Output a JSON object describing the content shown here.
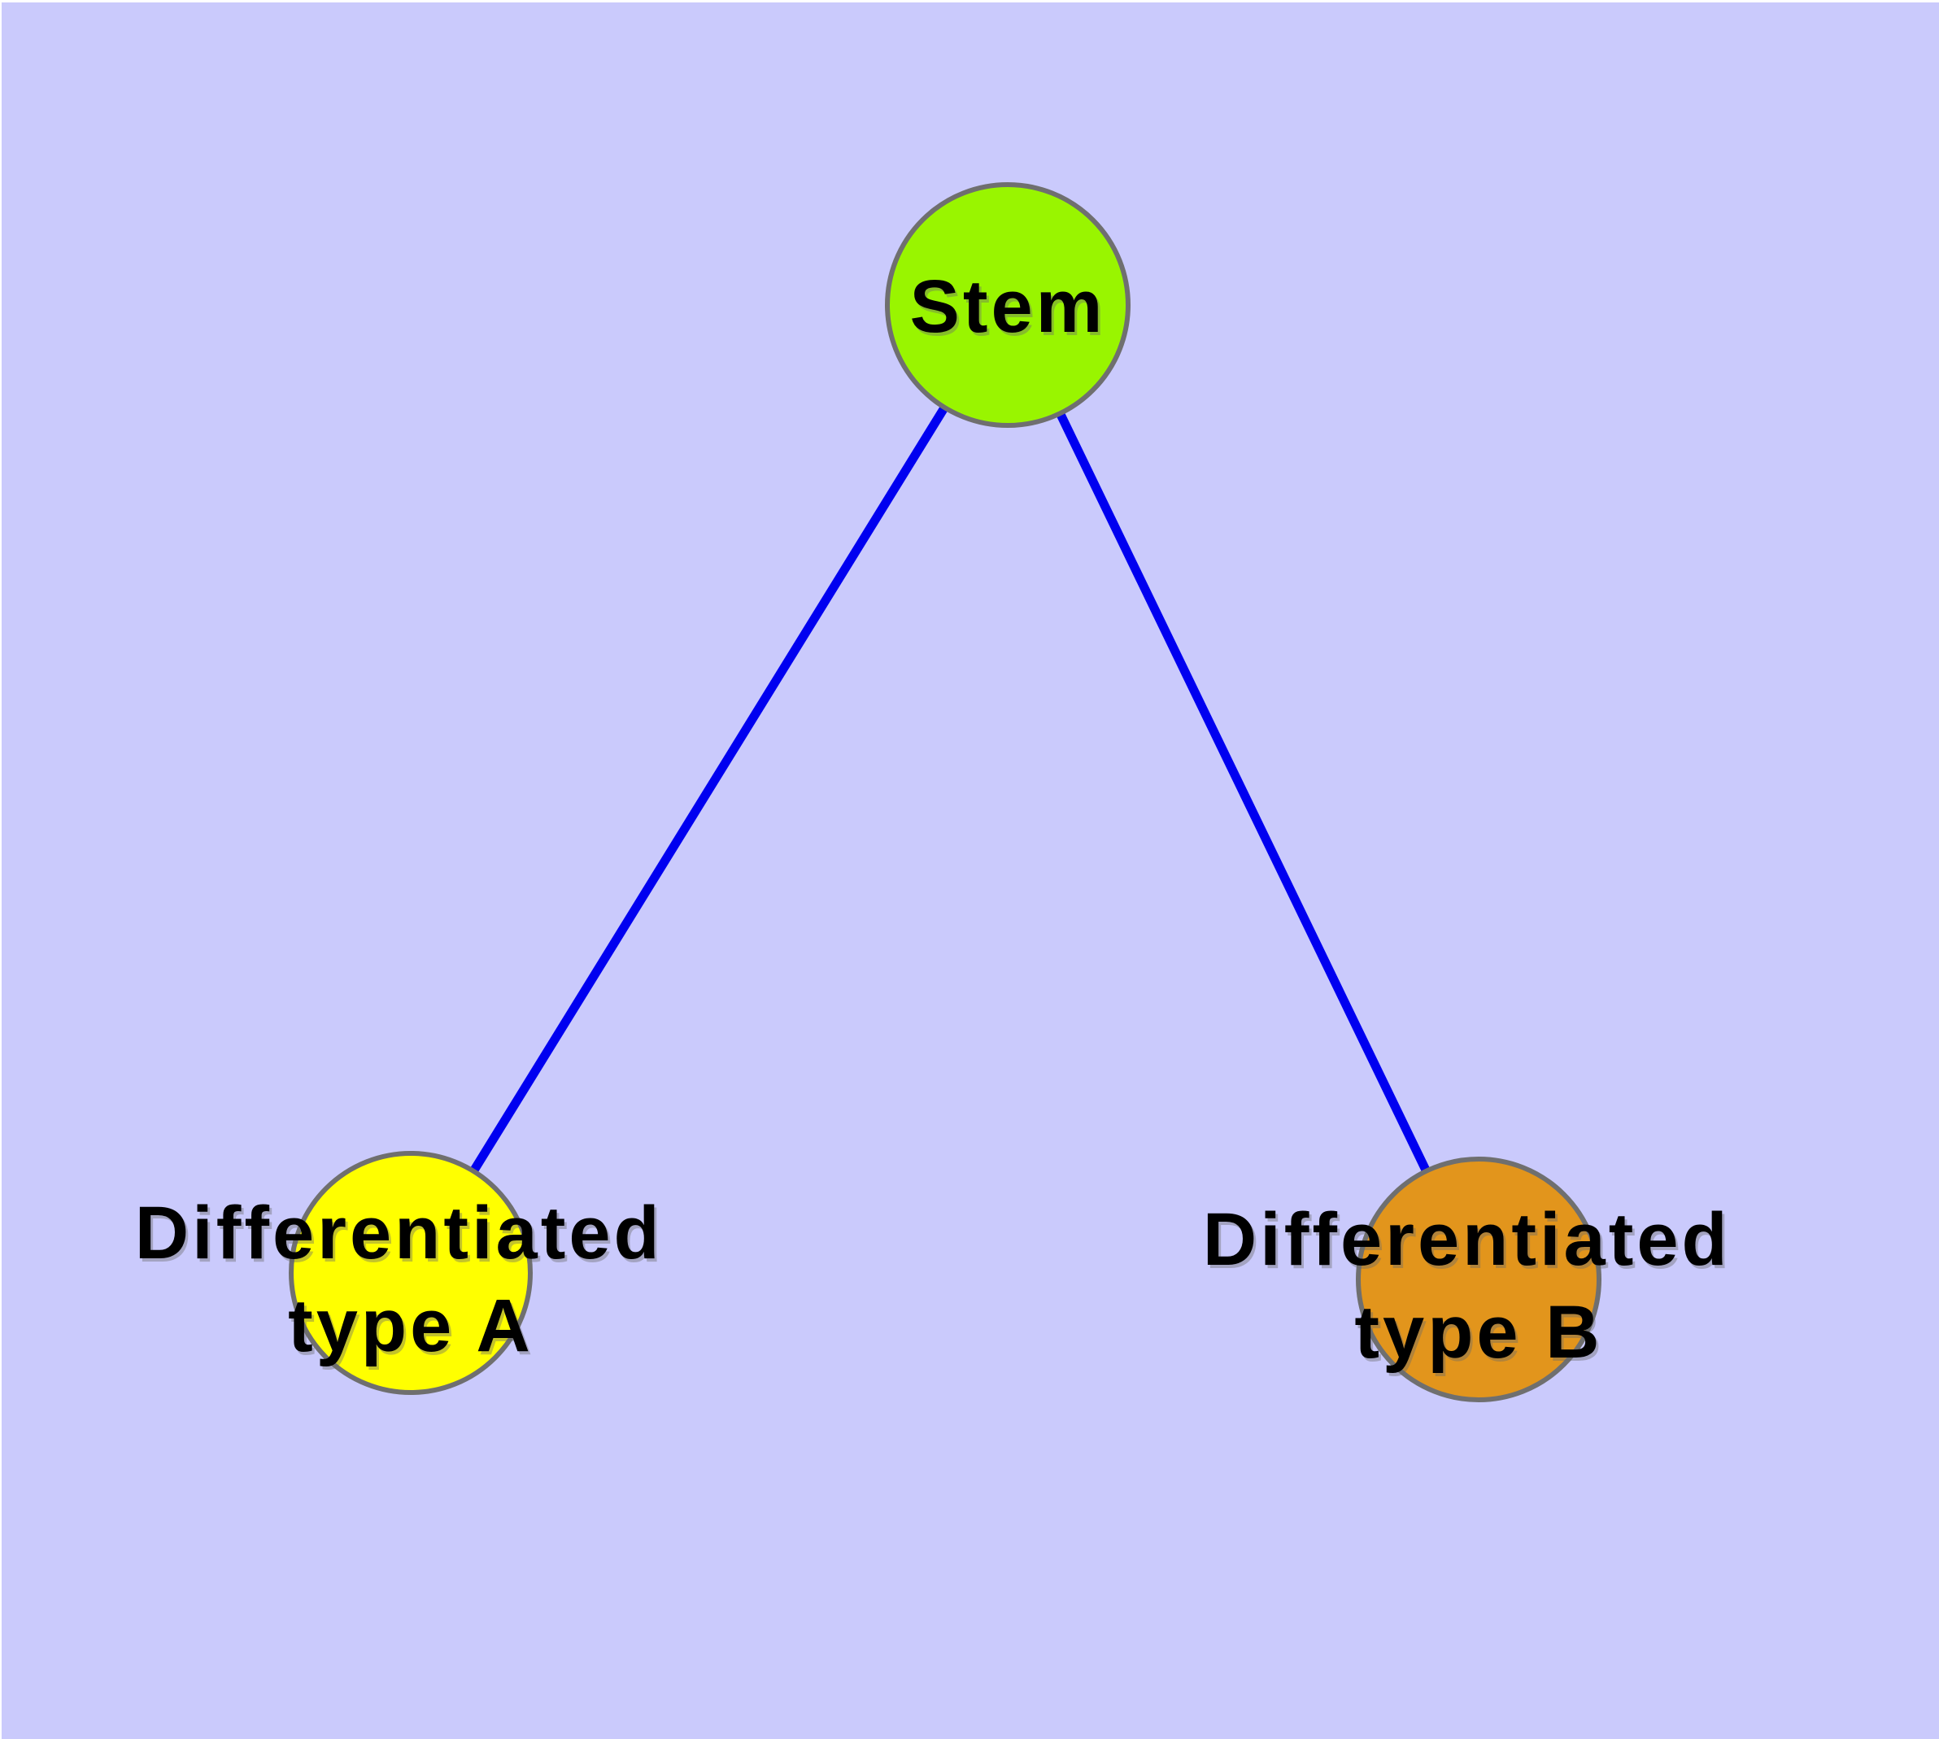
{
  "diagram": {
    "type": "node-link-graph",
    "background_color": "#cacafc",
    "edge_color": "#0000f0",
    "node_border_color": "#6f6f6f",
    "label_color": "#000000",
    "nodes": [
      {
        "id": "stem",
        "label": "Stem",
        "fill": "#99f500"
      },
      {
        "id": "typeA",
        "label_line1": "Differentiated",
        "label_line2": "type A",
        "fill": "#ffff00"
      },
      {
        "id": "typeB",
        "label_line1": "Differentiated",
        "label_line2": "type B",
        "fill": "#e2951c"
      }
    ],
    "edges": [
      {
        "from": "Stem",
        "to": "Differentiated type A"
      },
      {
        "from": "Stem",
        "to": "Differentiated type B"
      }
    ]
  }
}
